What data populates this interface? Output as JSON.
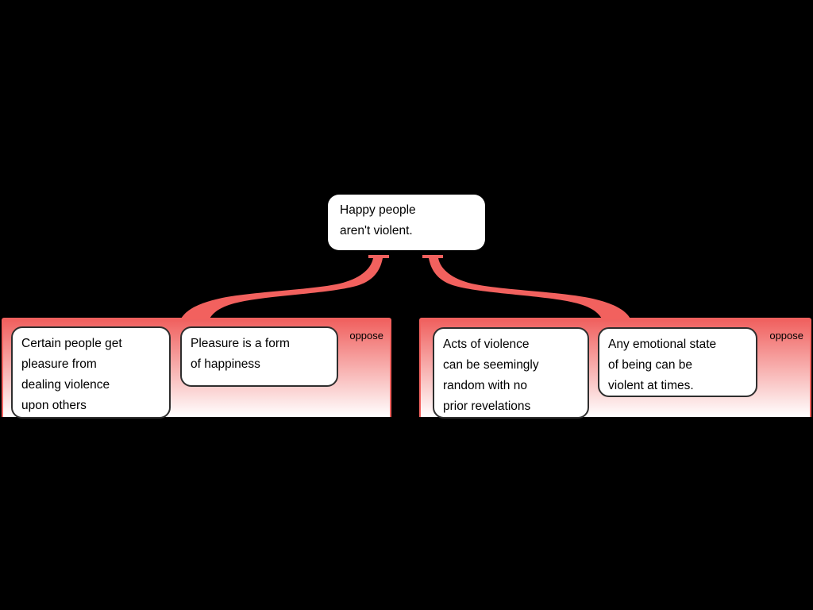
{
  "diagram": {
    "type": "argument-map",
    "root": {
      "text": "Happy people\naren't violent."
    },
    "groups": [
      {
        "relation": "oppose",
        "label": "oppose",
        "nodes": [
          {
            "text": "Certain people get\npleasure from\ndealing violence\nupon others"
          },
          {
            "text": "Pleasure is a form\nof happiness"
          }
        ]
      },
      {
        "relation": "oppose",
        "label": "oppose",
        "nodes": [
          {
            "text": "Acts of violence\ncan be seemingly\nrandom with no\nprior revelations"
          },
          {
            "text": "Any emotional state\nof being can be\nviolent at times."
          }
        ]
      }
    ]
  },
  "colors": {
    "background": "#000000",
    "accent": "#f2615e",
    "group_gradient_top": "#f0605e",
    "group_gradient_bottom": "#ffffff",
    "node_fill": "#ffffff",
    "node_border": "#2e2e2e",
    "text": "#000000"
  }
}
